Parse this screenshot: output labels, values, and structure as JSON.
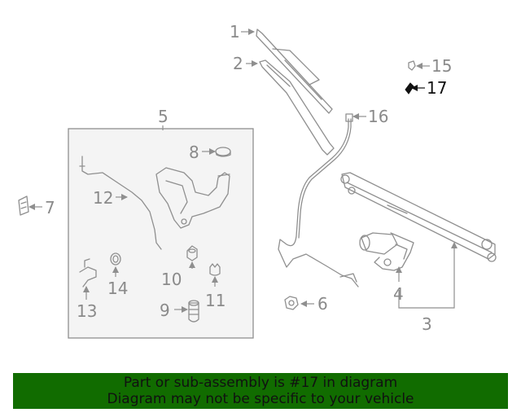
{
  "diagram": {
    "callouts": {
      "c1": "1",
      "c2": "2",
      "c3": "3",
      "c4": "4",
      "c5": "5",
      "c6": "6",
      "c7": "7",
      "c8": "8",
      "c9": "9",
      "c10": "10",
      "c11": "11",
      "c12": "12",
      "c13": "13",
      "c14": "14",
      "c15": "15",
      "c16": "16",
      "c17": "17"
    },
    "highlighted_part": "17"
  },
  "colors": {
    "line": "#8f8f8f",
    "label": "#8a8a8a",
    "highlight": "#111111",
    "banner_bg": "#116c00",
    "assembly_box_bg": "#f4f4f4"
  },
  "banner": {
    "line1": "Part or sub-assembly is #17 in diagram",
    "line2": "Diagram may not be specific to your vehicle"
  }
}
